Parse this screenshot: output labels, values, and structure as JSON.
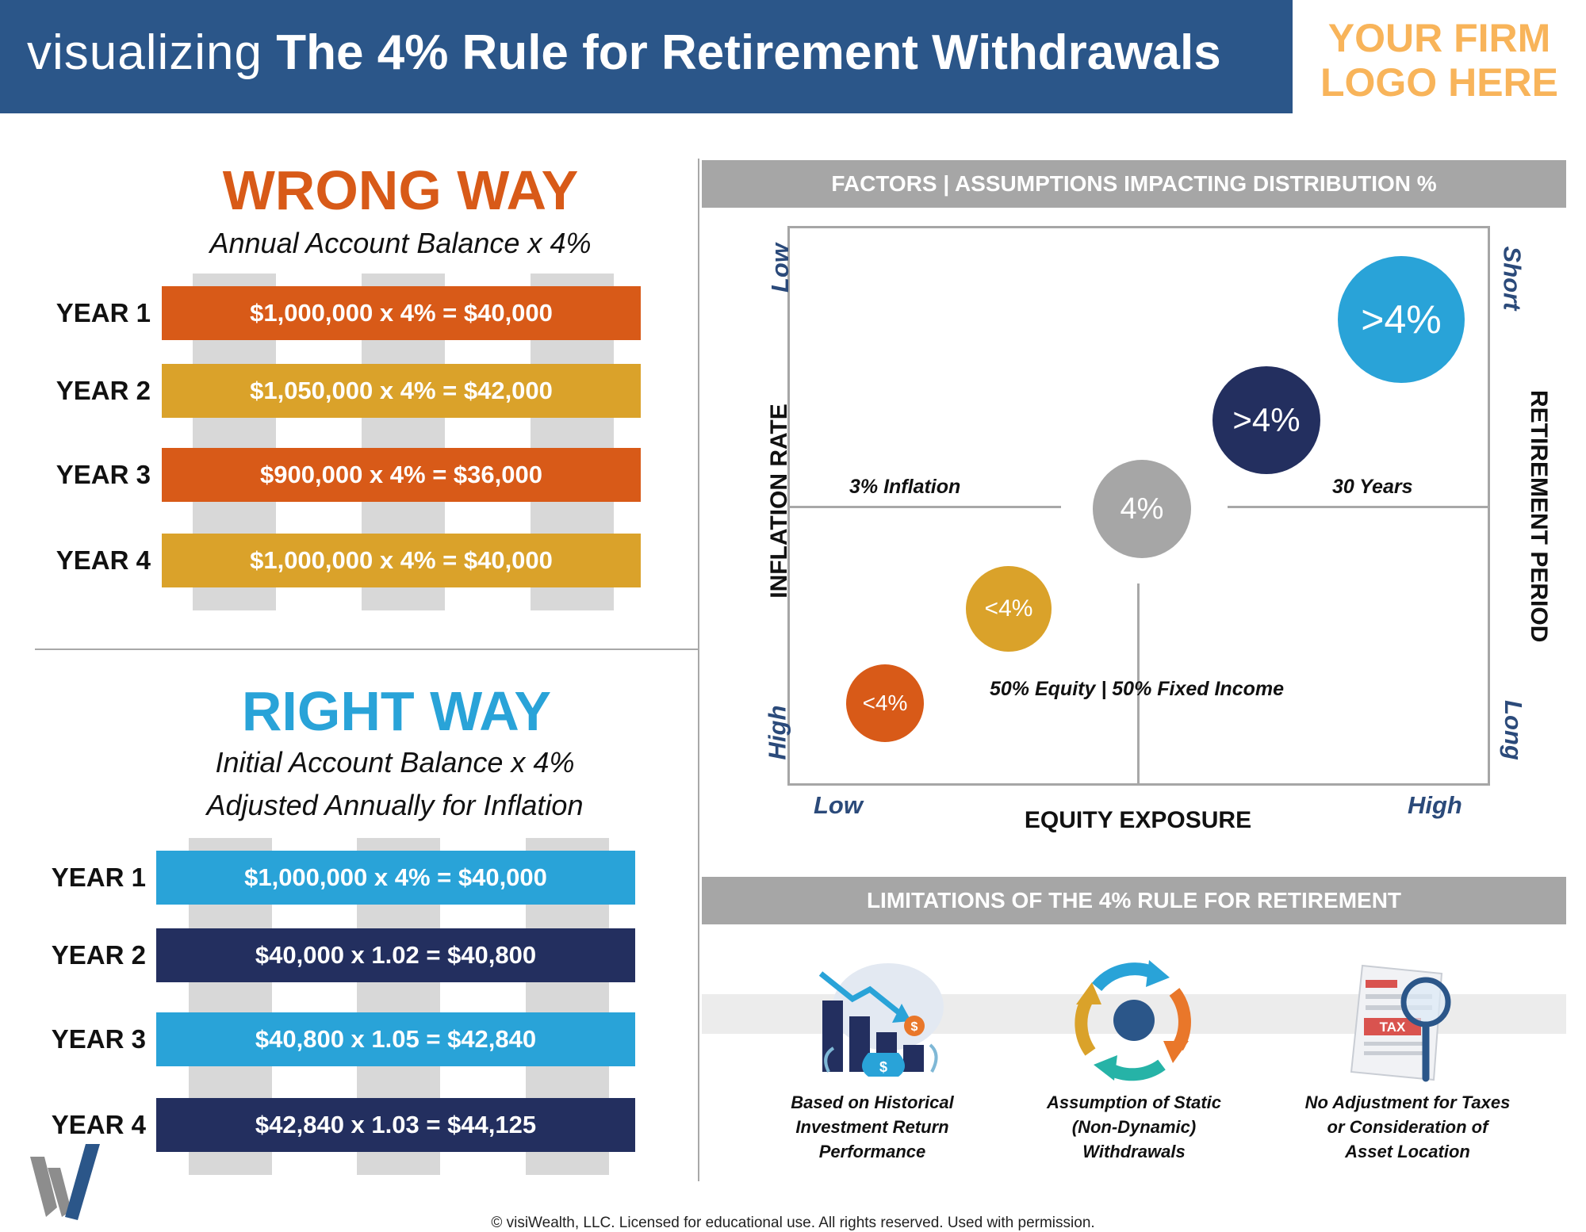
{
  "header": {
    "prefix": "visualizing",
    "title": "The 4% Rule for Retirement Withdrawals",
    "logo_line1": "YOUR FIRM",
    "logo_line2": "LOGO HERE"
  },
  "wrong_way": {
    "title": "WRONG WAY",
    "subtitle": "Annual Account Balance x 4%",
    "rows": [
      {
        "label": "YEAR 1",
        "formula": "$1,000,000 x 4% = $40,000",
        "color": "#d85a18"
      },
      {
        "label": "YEAR 2",
        "formula": "$1,050,000 x 4% = $42,000",
        "color": "#daa22a"
      },
      {
        "label": "YEAR 3",
        "formula": "$900,000 x 4% = $36,000",
        "color": "#d85a18"
      },
      {
        "label": "YEAR 4",
        "formula": "$1,000,000 x 4% = $40,000",
        "color": "#daa22a"
      }
    ]
  },
  "right_way": {
    "title": "RIGHT WAY",
    "subtitle_line1": "Initial Account Balance x 4%",
    "subtitle_line2": "Adjusted Annually for Inflation",
    "rows": [
      {
        "label": "YEAR 1",
        "formula": "$1,000,000 x 4% = $40,000",
        "color": "#29a3d8"
      },
      {
        "label": "YEAR 2",
        "formula": "$40,000 x 1.02 = $40,800",
        "color": "#232f5f"
      },
      {
        "label": "YEAR 3",
        "formula": "$40,800 x 1.05 = $42,840",
        "color": "#29a3d8"
      },
      {
        "label": "YEAR 4",
        "formula": "$42,840 x 1.03 = $44,125",
        "color": "#232f5f"
      }
    ]
  },
  "factors": {
    "header": "FACTORS | ASSUMPTIONS IMPACTING DISTRIBUTION %",
    "left_axis_title": "INFLATION RATE",
    "left_top": "Low",
    "left_bottom": "High",
    "right_axis_title": "RETIREMENT PERIOD",
    "right_top": "Short",
    "right_bottom": "Long",
    "bottom_axis_title": "EQUITY EXPOSURE",
    "bottom_left": "Low",
    "bottom_right": "High",
    "note_inflation": "3% Inflation",
    "note_years": "30 Years",
    "note_allocation": "50% Equity | 50% Fixed Income",
    "bubbles": [
      {
        "label": "<4%",
        "color": "#d85a18"
      },
      {
        "label": "<4%",
        "color": "#daa22a"
      },
      {
        "label": "4%",
        "color": "#a6a6a6"
      },
      {
        "label": ">4%",
        "color": "#232f5f"
      },
      {
        "label": ">4%",
        "color": "#29a3d8"
      }
    ]
  },
  "limitations": {
    "header": "LIMITATIONS OF THE 4% RULE FOR RETIREMENT",
    "items": [
      {
        "icon": "declining-chart-icon",
        "line1": "Based on Historical",
        "line2": "Investment Return",
        "line3": "Performance"
      },
      {
        "icon": "cycle-arrows-icon",
        "line1": "Assumption of Static",
        "line2": "(Non-Dynamic)",
        "line3": "Withdrawals"
      },
      {
        "icon": "tax-magnifier-icon",
        "line1": "No Adjustment for Taxes",
        "line2": "or Consideration of",
        "line3": "Asset Location"
      }
    ],
    "tax_stamp": "TAX"
  },
  "footer": {
    "text": "© visiWealth, LLC. Licensed for educational use. All rights reserved. Used with permission."
  },
  "colors": {
    "navy_header": "#2b5689",
    "orange": "#d85a18",
    "gold": "#daa22a",
    "sky": "#29a3d8",
    "navy": "#232f5f",
    "gray": "#a6a6a6",
    "logo": "#f8b45a"
  }
}
